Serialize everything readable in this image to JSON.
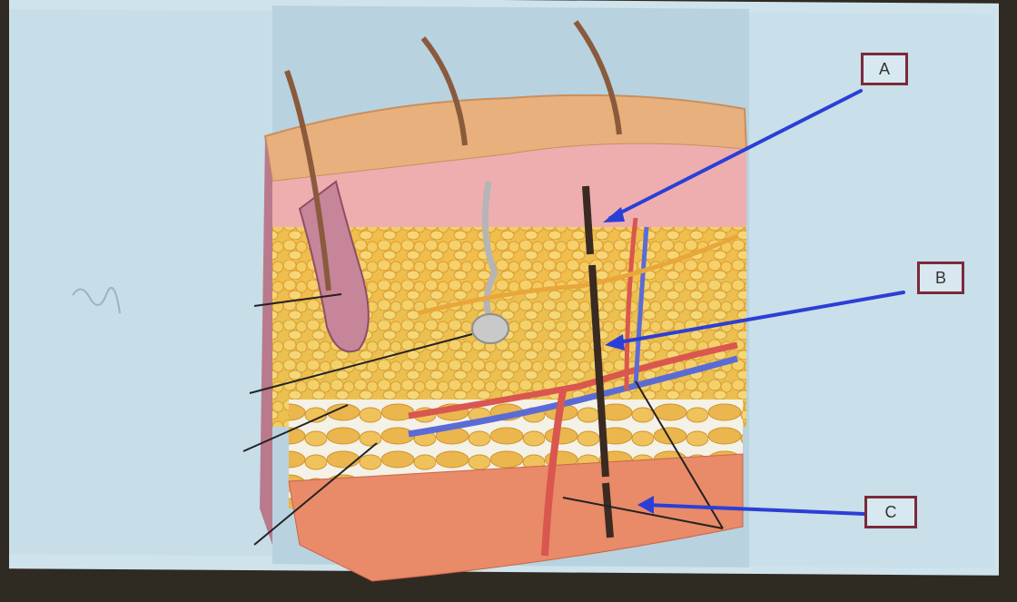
{
  "callouts": [
    {
      "id": "A",
      "label": "A"
    },
    {
      "id": "B",
      "label": "B"
    },
    {
      "id": "C",
      "label": "C"
    }
  ],
  "icons": [
    "scribble-mark-icon"
  ],
  "colors": {
    "screen_bg": "#cfe3ec",
    "arrow": "#2b3fd6",
    "callout_border": "#7a2a3a",
    "skin_surface": "#e9b27f",
    "dermis": "#e7a8a8",
    "fat": "#f0c24a",
    "vein": "#5b6bd6",
    "artery": "#d9574e"
  }
}
